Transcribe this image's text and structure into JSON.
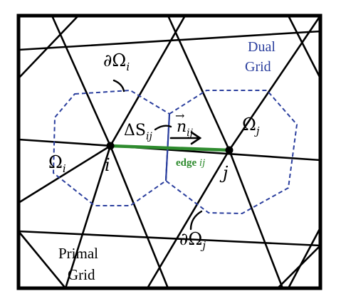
{
  "colors": {
    "primal": "#000000",
    "dual": "#2b3f9e",
    "edge": "#2e8b2e"
  },
  "labels": {
    "dual_grid_line1": "Dual",
    "dual_grid_line2": "Grid",
    "primal_grid_line1": "Primal",
    "primal_grid_line2": "Grid",
    "node_i": "i",
    "node_j": "j",
    "omega_i": "Ω",
    "omega_i_sub": "i",
    "omega_j": "Ω",
    "omega_j_sub": "j",
    "boundary_i": "∂Ω",
    "boundary_i_sub": "i",
    "boundary_j": "∂Ω",
    "boundary_j_sub": "j",
    "delta_s": "ΔS",
    "delta_s_sub": "ij",
    "normal": "n",
    "normal_arrow": "→",
    "normal_sub": "ij",
    "edge_word": "edge ",
    "edge_sub": "ij"
  }
}
